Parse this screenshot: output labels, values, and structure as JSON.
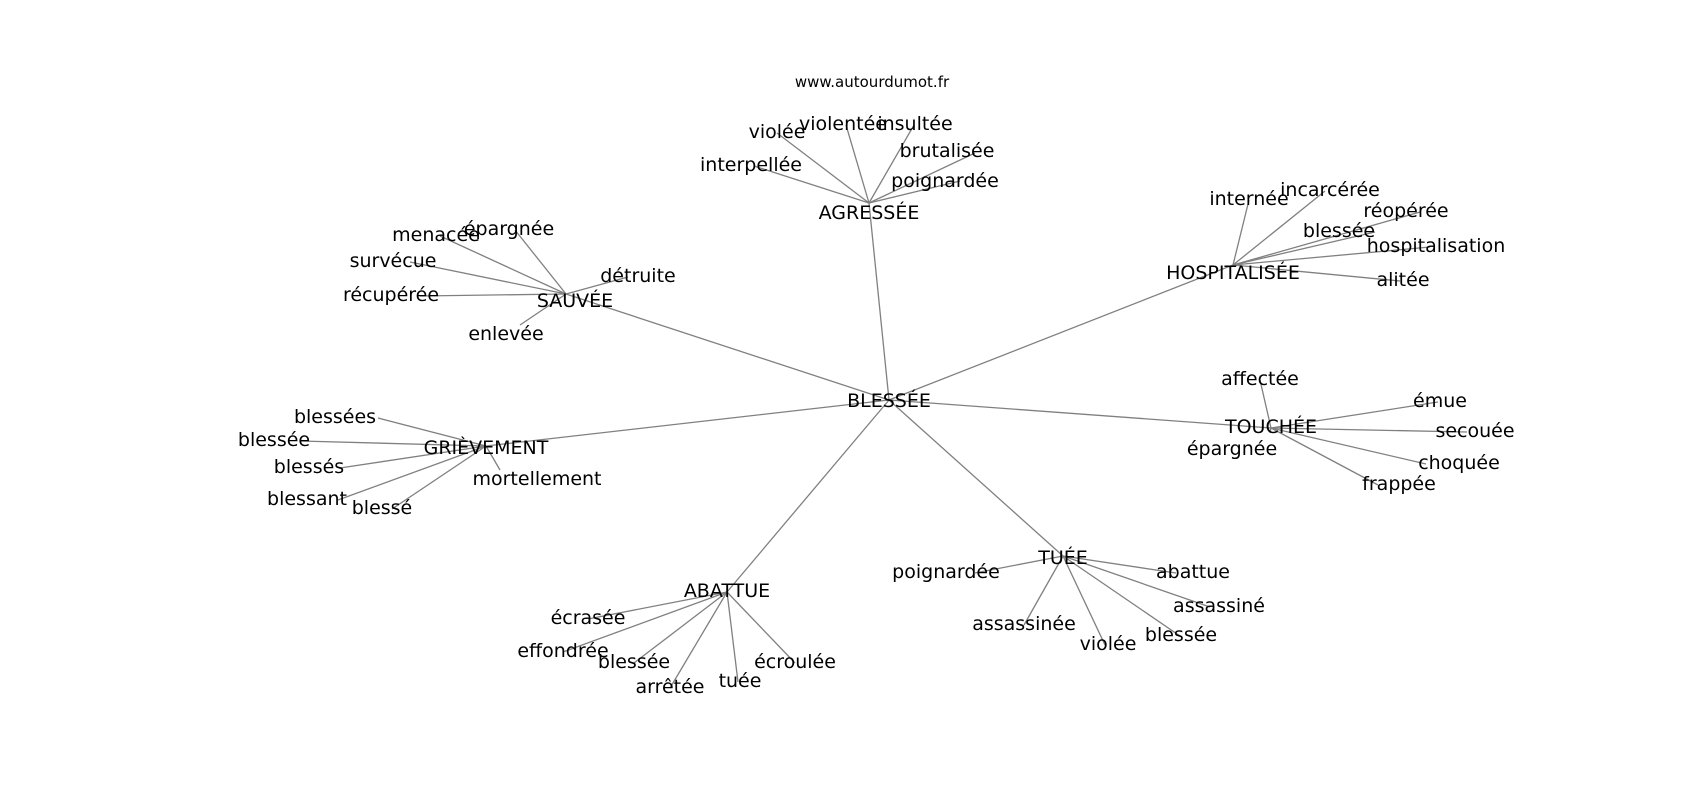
{
  "site": "www.autourdumot.fr",
  "center": "BLESSÉE",
  "clusters": [
    {
      "id": "agressee",
      "label": "AGRESSÉE",
      "words": [
        {
          "id": "violee",
          "label": "violée"
        },
        {
          "id": "violentee",
          "label": "violentée"
        },
        {
          "id": "insultee",
          "label": "insultée"
        },
        {
          "id": "brutalisee",
          "label": "brutalisée"
        },
        {
          "id": "interpellee",
          "label": "interpellée"
        },
        {
          "id": "poignardee",
          "label": "poignardée"
        }
      ]
    },
    {
      "id": "hospitalisee",
      "label": "HOSPITALISÉE",
      "words": [
        {
          "id": "internee",
          "label": "internée"
        },
        {
          "id": "incarceree",
          "label": "incarcérée"
        },
        {
          "id": "reoperee",
          "label": "réopérée"
        },
        {
          "id": "blessee",
          "label": "blessée"
        },
        {
          "id": "hospitalisation",
          "label": "hospitalisation"
        },
        {
          "id": "alitee",
          "label": "alitée"
        }
      ]
    },
    {
      "id": "sauvee",
      "label": "SAUVÉE",
      "words": [
        {
          "id": "menacee",
          "label": "menacée"
        },
        {
          "id": "epargnee",
          "label": "épargnée"
        },
        {
          "id": "survecue",
          "label": "survécue"
        },
        {
          "id": "detruite",
          "label": "détruite"
        },
        {
          "id": "recuperee",
          "label": "récupérée"
        },
        {
          "id": "enlevee",
          "label": "enlevée"
        }
      ]
    },
    {
      "id": "touchee",
      "label": "TOUCHÉE",
      "words": [
        {
          "id": "affectee",
          "label": "affectée"
        },
        {
          "id": "emue",
          "label": "émue"
        },
        {
          "id": "secouee",
          "label": "secouée"
        },
        {
          "id": "epargnee",
          "label": "épargnée"
        },
        {
          "id": "choquee",
          "label": "choquée"
        },
        {
          "id": "frappee",
          "label": "frappée"
        }
      ]
    },
    {
      "id": "grievement",
      "label": "GRIÈVEMENT",
      "words": [
        {
          "id": "blessees",
          "label": "blessées"
        },
        {
          "id": "blessee",
          "label": "blessée"
        },
        {
          "id": "blesses",
          "label": "blessés"
        },
        {
          "id": "mortellement",
          "label": "mortellement"
        },
        {
          "id": "blessant",
          "label": "blessant"
        },
        {
          "id": "blesse",
          "label": "blessé"
        }
      ]
    },
    {
      "id": "tuee",
      "label": "TUÉE",
      "words": [
        {
          "id": "poignardee",
          "label": "poignardée"
        },
        {
          "id": "abattue",
          "label": "abattue"
        },
        {
          "id": "assassine",
          "label": "assassiné"
        },
        {
          "id": "assassinee",
          "label": "assassinée"
        },
        {
          "id": "blessee",
          "label": "blessée"
        },
        {
          "id": "violee",
          "label": "violée"
        }
      ]
    },
    {
      "id": "abattue",
      "label": "ABATTUE",
      "words": [
        {
          "id": "ecrasee",
          "label": "écrasée"
        },
        {
          "id": "effondree",
          "label": "effondrée"
        },
        {
          "id": "blessee",
          "label": "blessée"
        },
        {
          "id": "arretee",
          "label": "arrêtée"
        },
        {
          "id": "tuee",
          "label": "tuée"
        },
        {
          "id": "ecroulee",
          "label": "écroulée"
        }
      ]
    }
  ]
}
